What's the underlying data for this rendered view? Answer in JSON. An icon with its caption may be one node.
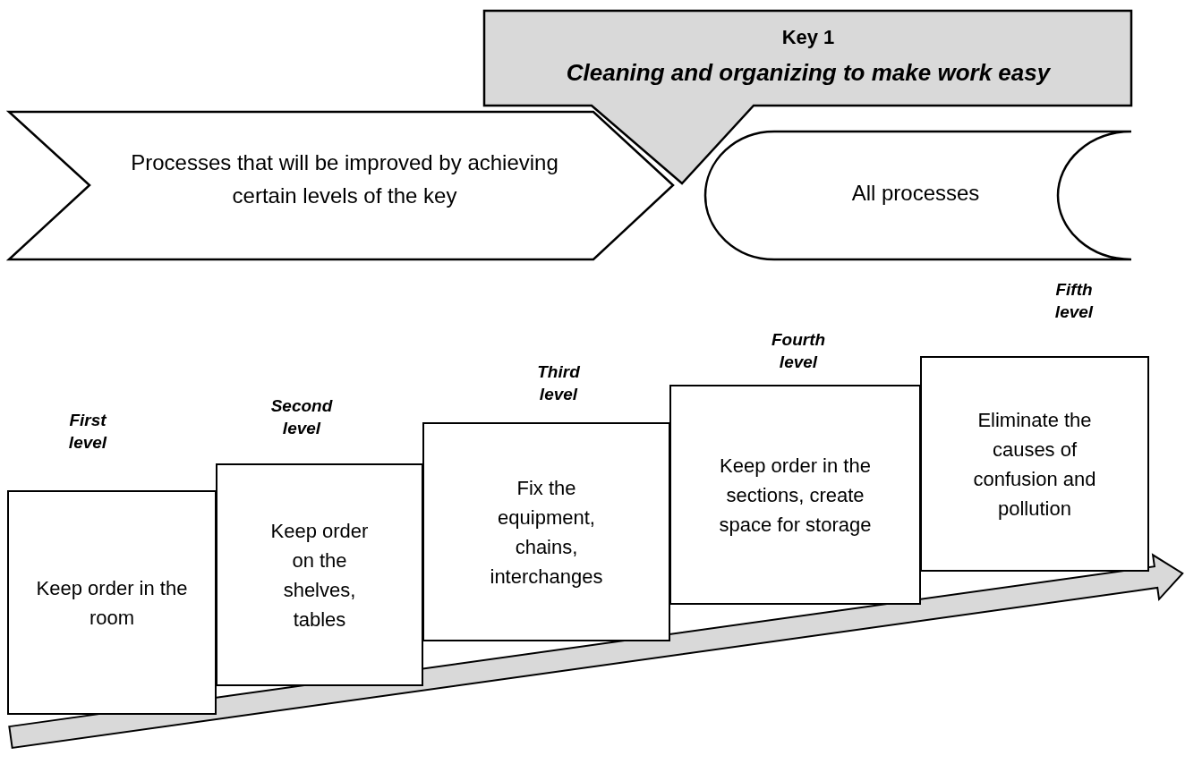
{
  "diagram": {
    "nodes": [
      {
        "text": [
          "Key 1",
          "Cleaning and organizing to make work easy"
        ]
      },
      {
        "text": [
          "Processes that will be improved by achieving certain levels of the key"
        ]
      },
      {
        "text": [
          "All processes"
        ]
      },
      {
        "text": [
          "Keep order in the room"
        ],
        "beside": [
          "First level"
        ]
      },
      {
        "text": [
          "Keep order on the shelves, tables"
        ],
        "beside": [
          "Second level"
        ]
      },
      {
        "text": [
          "Fix the equipment, chains, interchanges"
        ],
        "beside": [
          "Third level"
        ]
      },
      {
        "text": [
          "Keep order in the sections, create space for storage"
        ],
        "beside": [
          "Fourth level"
        ]
      },
      {
        "text": [
          "Eliminate the causes of confusion and pollution"
        ],
        "beside": [
          "Fifth level"
        ]
      }
    ]
  }
}
